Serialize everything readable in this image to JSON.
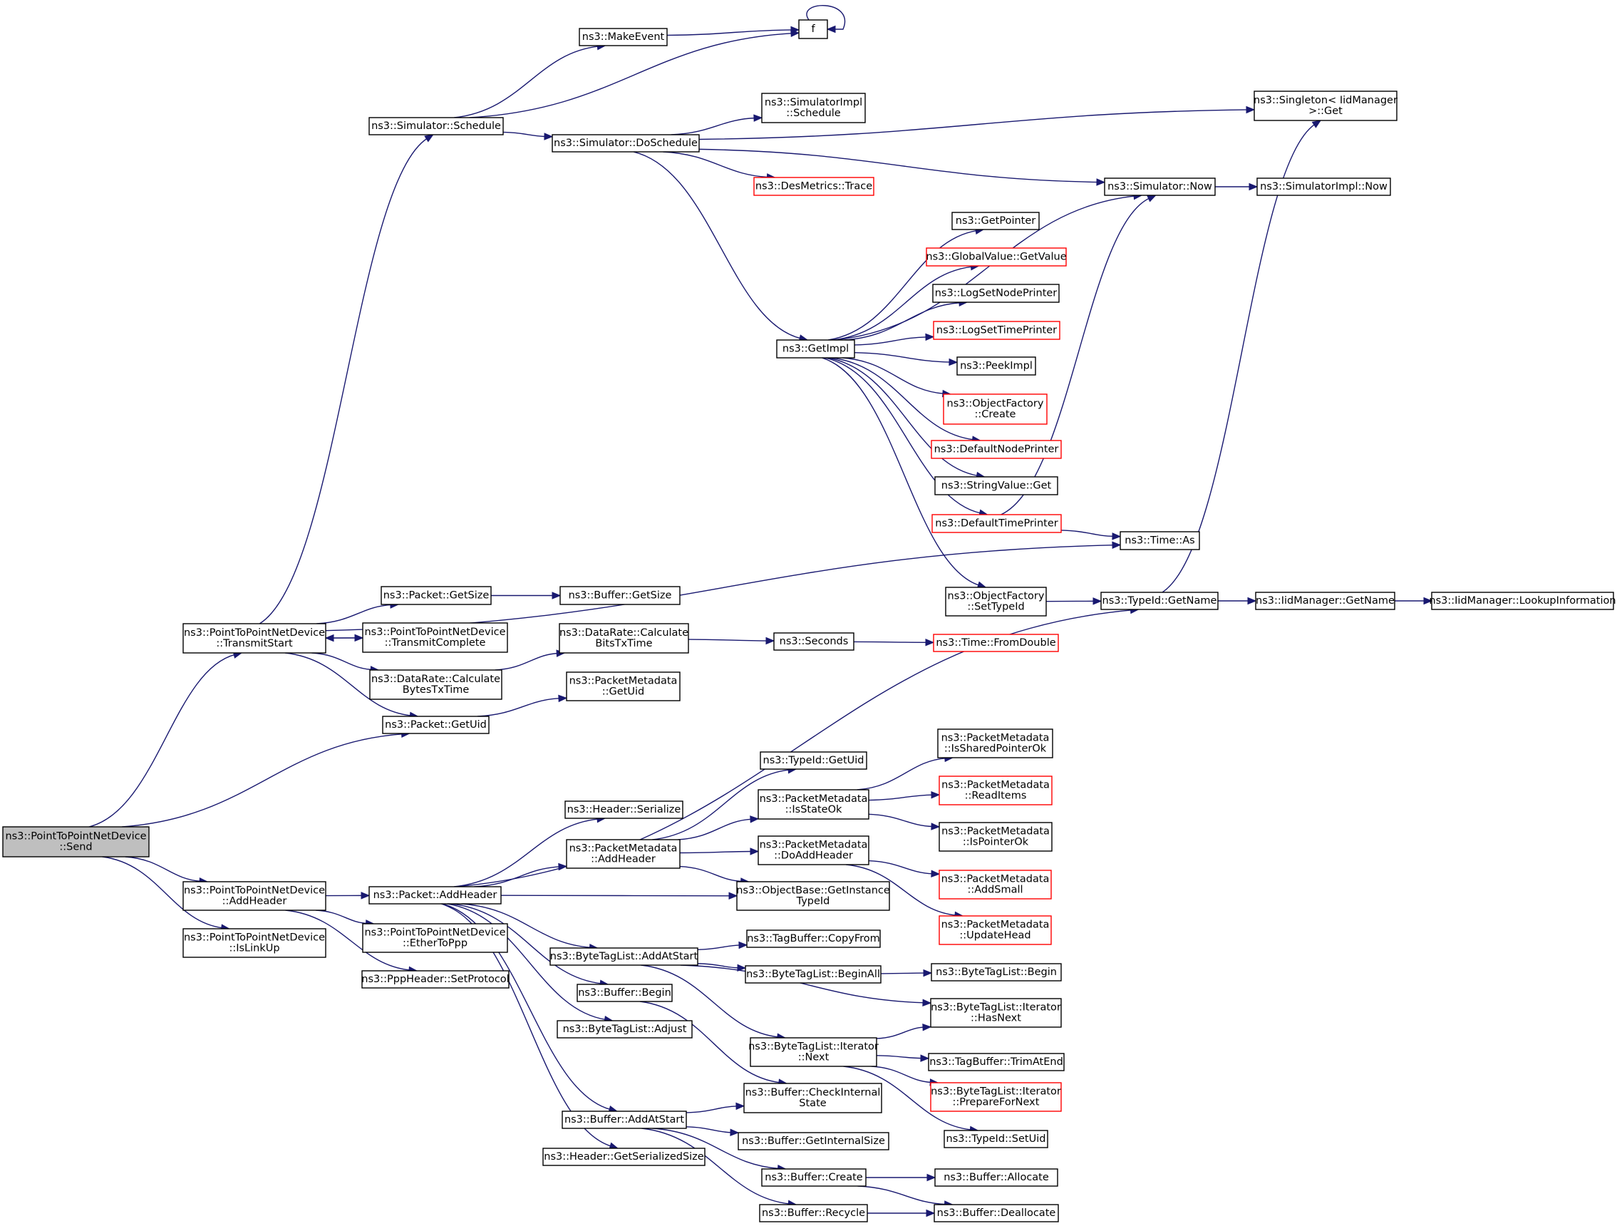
{
  "colors": {
    "edge": "#191970",
    "root_fill": "#bfbfbf",
    "incomplete_border": "#ff0000"
  },
  "nodes": [
    {
      "id": "send",
      "label": [
        "ns3::PointToPointNetDevice",
        "::Send"
      ],
      "root": true
    },
    {
      "id": "transmitStart",
      "label": [
        "ns3::PointToPointNetDevice",
        "::TransmitStart"
      ]
    },
    {
      "id": "addHeaderP2P",
      "label": [
        "ns3::PointToPointNetDevice",
        "::AddHeader"
      ]
    },
    {
      "id": "isLinkUp",
      "label": [
        "ns3::PointToPointNetDevice",
        "::IsLinkUp"
      ]
    },
    {
      "id": "pktGetUid",
      "label": [
        "ns3::Packet::GetUid"
      ]
    },
    {
      "id": "schedule",
      "label": [
        "ns3::Simulator::Schedule"
      ]
    },
    {
      "id": "makeEvent",
      "label": [
        "ns3::MakeEvent"
      ]
    },
    {
      "id": "f",
      "label": [
        "f"
      ]
    },
    {
      "id": "doSchedule",
      "label": [
        "ns3::Simulator::DoSchedule"
      ]
    },
    {
      "id": "singleton",
      "label": [
        "ns3::Singleton< IidManager",
        ">::Get"
      ]
    },
    {
      "id": "simImplSchedule",
      "label": [
        "ns3::SimulatorImpl",
        "::Schedule"
      ]
    },
    {
      "id": "desTrace",
      "label": [
        "ns3::DesMetrics::Trace"
      ],
      "red": true
    },
    {
      "id": "simNow",
      "label": [
        "ns3::Simulator::Now"
      ]
    },
    {
      "id": "simImplNow",
      "label": [
        "ns3::SimulatorImpl::Now"
      ]
    },
    {
      "id": "getImpl",
      "label": [
        "ns3::GetImpl"
      ]
    },
    {
      "id": "getPointer",
      "label": [
        "ns3::GetPointer"
      ]
    },
    {
      "id": "gvGetValue",
      "label": [
        "ns3::GlobalValue::GetValue"
      ],
      "red": true
    },
    {
      "id": "logNode",
      "label": [
        "ns3::LogSetNodePrinter"
      ]
    },
    {
      "id": "logTime",
      "label": [
        "ns3::LogSetTimePrinter"
      ],
      "red": true
    },
    {
      "id": "peekImpl",
      "label": [
        "ns3::PeekImpl"
      ]
    },
    {
      "id": "ofCreate",
      "label": [
        "ns3::ObjectFactory",
        "::Create"
      ],
      "red": true
    },
    {
      "id": "defNodePrinter",
      "label": [
        "ns3::DefaultNodePrinter"
      ],
      "red": true
    },
    {
      "id": "svGet",
      "label": [
        "ns3::StringValue::Get"
      ]
    },
    {
      "id": "defTimePrinter",
      "label": [
        "ns3::DefaultTimePrinter"
      ],
      "red": true
    },
    {
      "id": "timeAs",
      "label": [
        "ns3::Time::As"
      ]
    },
    {
      "id": "ofSetTypeId",
      "label": [
        "ns3::ObjectFactory",
        "::SetTypeId"
      ]
    },
    {
      "id": "tidGetName",
      "label": [
        "ns3::TypeId::GetName"
      ]
    },
    {
      "id": "iidGetName",
      "label": [
        "ns3::IidManager::GetName"
      ]
    },
    {
      "id": "iidLookup",
      "label": [
        "ns3::IidManager::LookupInformation"
      ]
    },
    {
      "id": "pktGetSize",
      "label": [
        "ns3::Packet::GetSize"
      ]
    },
    {
      "id": "bufGetSize",
      "label": [
        "ns3::Buffer::GetSize"
      ]
    },
    {
      "id": "txComplete",
      "label": [
        "ns3::PointToPointNetDevice",
        "::TransmitComplete"
      ]
    },
    {
      "id": "drBits",
      "label": [
        "ns3::DataRate::Calculate",
        "BitsTxTime"
      ]
    },
    {
      "id": "seconds",
      "label": [
        "ns3::Seconds"
      ]
    },
    {
      "id": "fromDouble",
      "label": [
        "ns3::Time::FromDouble"
      ],
      "red": true
    },
    {
      "id": "drBytes",
      "label": [
        "ns3::DataRate::Calculate",
        "BytesTxTime"
      ]
    },
    {
      "id": "pmGetUid",
      "label": [
        "ns3::PacketMetadata",
        "::GetUid"
      ]
    },
    {
      "id": "pktAddHeader",
      "label": [
        "ns3::Packet::AddHeader"
      ]
    },
    {
      "id": "etherToPpp",
      "label": [
        "ns3::PointToPointNetDevice",
        "::EtherToPpp"
      ]
    },
    {
      "id": "setProtocol",
      "label": [
        "ns3::PppHeader::SetProtocol"
      ]
    },
    {
      "id": "hdrSerialize",
      "label": [
        "ns3::Header::Serialize"
      ]
    },
    {
      "id": "pmAddHeader",
      "label": [
        "ns3::PacketMetadata",
        "::AddHeader"
      ]
    },
    {
      "id": "tidGetUid",
      "label": [
        "ns3::TypeId::GetUid"
      ]
    },
    {
      "id": "pmIsStateOk",
      "label": [
        "ns3::PacketMetadata",
        "::IsStateOk"
      ]
    },
    {
      "id": "pmIsShared",
      "label": [
        "ns3::PacketMetadata",
        "::IsSharedPointerOk"
      ]
    },
    {
      "id": "pmReadItems",
      "label": [
        "ns3::PacketMetadata",
        "::ReadItems"
      ],
      "red": true
    },
    {
      "id": "pmIsPointer",
      "label": [
        "ns3::PacketMetadata",
        "::IsPointerOk"
      ]
    },
    {
      "id": "pmDoAdd",
      "label": [
        "ns3::PacketMetadata",
        "::DoAddHeader"
      ]
    },
    {
      "id": "pmAddSmall",
      "label": [
        "ns3::PacketMetadata",
        "::AddSmall"
      ],
      "red": true
    },
    {
      "id": "pmUpdateHead",
      "label": [
        "ns3::PacketMetadata",
        "::UpdateHead"
      ],
      "red": true
    },
    {
      "id": "obGetInstance",
      "label": [
        "ns3::ObjectBase::GetInstance",
        "TypeId"
      ]
    },
    {
      "id": "btlAddAtStart",
      "label": [
        "ns3::ByteTagList::AddAtStart"
      ]
    },
    {
      "id": "tbCopyFrom",
      "label": [
        "ns3::TagBuffer::CopyFrom"
      ]
    },
    {
      "id": "btlBeginAll",
      "label": [
        "ns3::ByteTagList::BeginAll"
      ]
    },
    {
      "id": "btlBegin",
      "label": [
        "ns3::ByteTagList::Begin"
      ]
    },
    {
      "id": "btliHasNext",
      "label": [
        "ns3::ByteTagList::Iterator",
        "::HasNext"
      ]
    },
    {
      "id": "bufBegin",
      "label": [
        "ns3::Buffer::Begin"
      ]
    },
    {
      "id": "btlAdjust",
      "label": [
        "ns3::ByteTagList::Adjust"
      ]
    },
    {
      "id": "btliNext",
      "label": [
        "ns3::ByteTagList::Iterator",
        "::Next"
      ]
    },
    {
      "id": "tbTrim",
      "label": [
        "ns3::TagBuffer::TrimAtEnd"
      ]
    },
    {
      "id": "btliPrepare",
      "label": [
        "ns3::ByteTagList::Iterator",
        "::PrepareForNext"
      ],
      "red": true
    },
    {
      "id": "tidSetUid",
      "label": [
        "ns3::TypeId::SetUid"
      ]
    },
    {
      "id": "bufCheck",
      "label": [
        "ns3::Buffer::CheckInternal",
        "State"
      ]
    },
    {
      "id": "bufAddAtStart",
      "label": [
        "ns3::Buffer::AddAtStart"
      ]
    },
    {
      "id": "bufGetInternal",
      "label": [
        "ns3::Buffer::GetInternalSize"
      ]
    },
    {
      "id": "bufCreate",
      "label": [
        "ns3::Buffer::Create"
      ]
    },
    {
      "id": "bufAllocate",
      "label": [
        "ns3::Buffer::Allocate"
      ]
    },
    {
      "id": "bufRecycle",
      "label": [
        "ns3::Buffer::Recycle"
      ]
    },
    {
      "id": "bufDeallocate",
      "label": [
        "ns3::Buffer::Deallocate"
      ]
    },
    {
      "id": "hdrGetSerSize",
      "label": [
        "ns3::Header::GetSerializedSize"
      ]
    }
  ],
  "edges": [
    [
      "send",
      "transmitStart"
    ],
    [
      "send",
      "pktGetUid"
    ],
    [
      "send",
      "addHeaderP2P"
    ],
    [
      "send",
      "isLinkUp"
    ],
    [
      "transmitStart",
      "schedule"
    ],
    [
      "transmitStart",
      "timeAs"
    ],
    [
      "transmitStart",
      "pktGetSize"
    ],
    [
      "transmitStart",
      "txComplete"
    ],
    [
      "transmitStart",
      "drBytes"
    ],
    [
      "transmitStart",
      "pktGetUid"
    ],
    [
      "txComplete",
      "transmitStart"
    ],
    [
      "schedule",
      "makeEvent"
    ],
    [
      "schedule",
      "f"
    ],
    [
      "schedule",
      "doSchedule"
    ],
    [
      "makeEvent",
      "f"
    ],
    [
      "f",
      "f"
    ],
    [
      "doSchedule",
      "singleton"
    ],
    [
      "doSchedule",
      "simImplSchedule"
    ],
    [
      "doSchedule",
      "simNow"
    ],
    [
      "doSchedule",
      "desTrace"
    ],
    [
      "doSchedule",
      "getImpl"
    ],
    [
      "simNow",
      "simImplNow"
    ],
    [
      "getImpl",
      "simNow"
    ],
    [
      "getImpl",
      "getPointer"
    ],
    [
      "getImpl",
      "gvGetValue"
    ],
    [
      "getImpl",
      "logNode"
    ],
    [
      "getImpl",
      "logTime"
    ],
    [
      "getImpl",
      "peekImpl"
    ],
    [
      "getImpl",
      "ofCreate"
    ],
    [
      "getImpl",
      "defNodePrinter"
    ],
    [
      "getImpl",
      "svGet"
    ],
    [
      "getImpl",
      "defTimePrinter"
    ],
    [
      "getImpl",
      "ofSetTypeId"
    ],
    [
      "defTimePrinter",
      "simNow"
    ],
    [
      "defTimePrinter",
      "timeAs"
    ],
    [
      "ofSetTypeId",
      "tidGetName"
    ],
    [
      "tidGetName",
      "singleton"
    ],
    [
      "tidGetName",
      "iidGetName"
    ],
    [
      "iidGetName",
      "iidLookup"
    ],
    [
      "pktGetSize",
      "bufGetSize"
    ],
    [
      "drBytes",
      "drBits"
    ],
    [
      "drBits",
      "seconds"
    ],
    [
      "seconds",
      "fromDouble"
    ],
    [
      "pktGetUid",
      "pmGetUid"
    ],
    [
      "addHeaderP2P",
      "pktAddHeader"
    ],
    [
      "addHeaderP2P",
      "etherToPpp"
    ],
    [
      "addHeaderP2P",
      "setProtocol"
    ],
    [
      "pktAddHeader",
      "tidGetName"
    ],
    [
      "pktAddHeader",
      "hdrSerialize"
    ],
    [
      "pktAddHeader",
      "pmAddHeader"
    ],
    [
      "pktAddHeader",
      "obGetInstance"
    ],
    [
      "pktAddHeader",
      "btlAddAtStart"
    ],
    [
      "pktAddHeader",
      "bufBegin"
    ],
    [
      "pktAddHeader",
      "btlAdjust"
    ],
    [
      "pktAddHeader",
      "bufAddAtStart"
    ],
    [
      "pktAddHeader",
      "hdrGetSerSize"
    ],
    [
      "pmAddHeader",
      "tidGetUid"
    ],
    [
      "pmAddHeader",
      "pmIsStateOk"
    ],
    [
      "pmAddHeader",
      "pmDoAdd"
    ],
    [
      "pmAddHeader",
      "obGetInstance"
    ],
    [
      "pmIsStateOk",
      "pmIsShared"
    ],
    [
      "pmIsStateOk",
      "pmReadItems"
    ],
    [
      "pmIsStateOk",
      "pmIsPointer"
    ],
    [
      "pmDoAdd",
      "pmAddSmall"
    ],
    [
      "pmDoAdd",
      "pmUpdateHead"
    ],
    [
      "btlAddAtStart",
      "tbCopyFrom"
    ],
    [
      "btlAddAtStart",
      "btlBeginAll"
    ],
    [
      "btlAddAtStart",
      "btliHasNext"
    ],
    [
      "btlAddAtStart",
      "btliNext"
    ],
    [
      "btlBeginAll",
      "btlBegin"
    ],
    [
      "btliNext",
      "btliHasNext"
    ],
    [
      "btliNext",
      "tbTrim"
    ],
    [
      "btliNext",
      "btliPrepare"
    ],
    [
      "btliNext",
      "tidSetUid"
    ],
    [
      "bufBegin",
      "bufCheck"
    ],
    [
      "bufAddAtStart",
      "bufCheck"
    ],
    [
      "bufAddAtStart",
      "bufGetInternal"
    ],
    [
      "bufAddAtStart",
      "bufCreate"
    ],
    [
      "bufAddAtStart",
      "bufRecycle"
    ],
    [
      "bufCreate",
      "bufAllocate"
    ],
    [
      "bufCreate",
      "bufDeallocate"
    ],
    [
      "bufRecycle",
      "bufDeallocate"
    ]
  ]
}
